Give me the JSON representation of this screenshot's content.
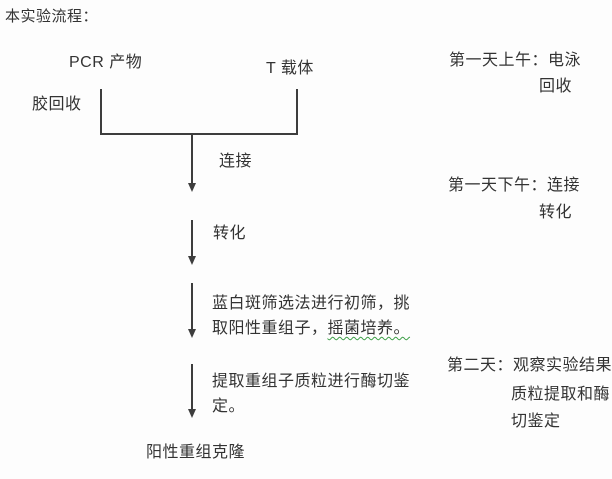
{
  "title": "本实验流程：",
  "flowchart": {
    "inputs": {
      "pcr_product": "PCR 产物",
      "t_vector": "T 载体",
      "gel_recovery": "胶回收"
    },
    "steps": {
      "ligation": "连接",
      "transformation": "转化",
      "screening_line1": "蓝白斑筛选法进行初筛，挑",
      "screening_line2_prefix": "取阳性重组子，",
      "screening_line2_underlined": "摇菌培养。",
      "digestion_line1": "提取重组子质粒进行酶切鉴",
      "digestion_line2": "定。",
      "result": "阳性重组克隆"
    }
  },
  "timeline": [
    {
      "line1": "第一天上午：电泳",
      "line2": "回收"
    },
    {
      "line1": "第一天下午：连接",
      "line2": "转化"
    },
    {
      "line1": "第二天：观察实验结果",
      "line2": "质粒提取和酶",
      "line3": "切鉴定"
    }
  ],
  "colors": {
    "text": "#333333",
    "line": "#3d3d3d",
    "grammar_underline": "#3c9e46",
    "background": "#fdfdfd"
  }
}
